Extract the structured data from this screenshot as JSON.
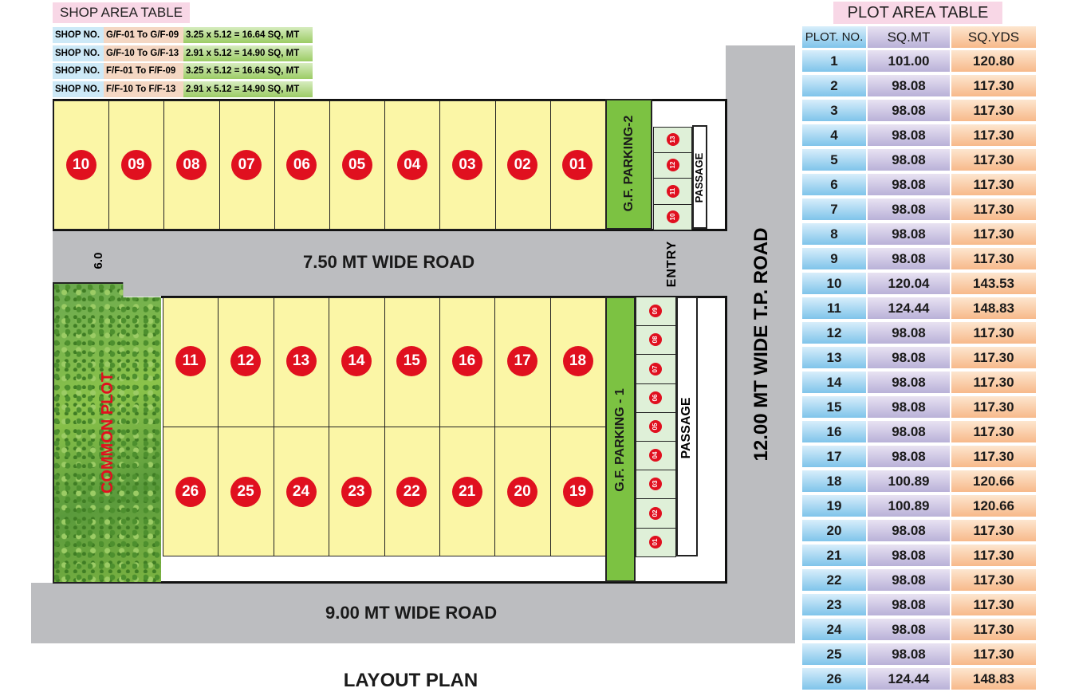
{
  "shop_table": {
    "title": "SHOP AREA TABLE",
    "rows": [
      {
        "prefix": "SHOP NO. :",
        "range": "G/F-01 To G/F-09",
        "area": "3.25 x 5.12 = 16.64 SQ, MT"
      },
      {
        "prefix": "SHOP NO. :",
        "range": "G/F-10 To G/F-13",
        "area": "2.91 x 5.12 = 14.90 SQ, MT"
      },
      {
        "prefix": "SHOP NO. :",
        "range": "F/F-01 To F/F-09",
        "area": "3.25 x 5.12 = 16.64 SQ, MT"
      },
      {
        "prefix": "SHOP NO. :",
        "range": "F/F-10 To F/F-13",
        "area": "2.91 x 5.12 = 14.90 SQ, MT"
      }
    ]
  },
  "plot_table": {
    "title": "PLOT AREA TABLE",
    "headers": [
      "PLOT. NO.",
      "SQ.MT",
      "SQ.YDS"
    ],
    "rows": [
      [
        "1",
        "101.00",
        "120.80"
      ],
      [
        "2",
        "98.08",
        "117.30"
      ],
      [
        "3",
        "98.08",
        "117.30"
      ],
      [
        "4",
        "98.08",
        "117.30"
      ],
      [
        "5",
        "98.08",
        "117.30"
      ],
      [
        "6",
        "98.08",
        "117.30"
      ],
      [
        "7",
        "98.08",
        "117.30"
      ],
      [
        "8",
        "98.08",
        "117.30"
      ],
      [
        "9",
        "98.08",
        "117.30"
      ],
      [
        "10",
        "120.04",
        "143.53"
      ],
      [
        "11",
        "124.44",
        "148.83"
      ],
      [
        "12",
        "98.08",
        "117.30"
      ],
      [
        "13",
        "98.08",
        "117.30"
      ],
      [
        "14",
        "98.08",
        "117.30"
      ],
      [
        "15",
        "98.08",
        "117.30"
      ],
      [
        "16",
        "98.08",
        "117.30"
      ],
      [
        "17",
        "98.08",
        "117.30"
      ],
      [
        "18",
        "100.89",
        "120.66"
      ],
      [
        "19",
        "100.89",
        "120.66"
      ],
      [
        "20",
        "98.08",
        "117.30"
      ],
      [
        "21",
        "98.08",
        "117.30"
      ],
      [
        "22",
        "98.08",
        "117.30"
      ],
      [
        "23",
        "98.08",
        "117.30"
      ],
      [
        "24",
        "98.08",
        "117.30"
      ],
      [
        "25",
        "98.08",
        "117.30"
      ],
      [
        "26",
        "124.44",
        "148.83"
      ]
    ]
  },
  "roads": {
    "road_750": "7.50 MT WIDE ROAD",
    "road_900": "9.00 MT WIDE ROAD",
    "road_1200": "12.00 MT WIDE T.P. ROAD",
    "gap_label": "6.0"
  },
  "labels": {
    "entry": "ENTRY",
    "passage": "PASSAGE",
    "parking_1": "G.F. PARKING - 1",
    "parking_2": "G.F. PARKING-2",
    "common_plot": "COMMON PLOT",
    "layout_title": "LAYOUT PLAN"
  },
  "top_plots": [
    "10",
    "09",
    "08",
    "07",
    "06",
    "05",
    "04",
    "03",
    "02",
    "01"
  ],
  "middle_plots": [
    "11",
    "12",
    "13",
    "14",
    "15",
    "16",
    "17",
    "18"
  ],
  "bottom_plots": [
    "26",
    "25",
    "24",
    "23",
    "22",
    "21",
    "20",
    "19"
  ],
  "shops_top": [
    "13",
    "12",
    "11",
    "10"
  ],
  "shops_right": [
    "09",
    "08",
    "07",
    "06",
    "05",
    "04",
    "03",
    "02",
    "01"
  ],
  "colors": {
    "plot_fill": "#fbf6a6",
    "badge": "#e0101f",
    "parking": "#7cc242",
    "road": "#bcbdc0",
    "title_bg": "#f8d7e6"
  }
}
